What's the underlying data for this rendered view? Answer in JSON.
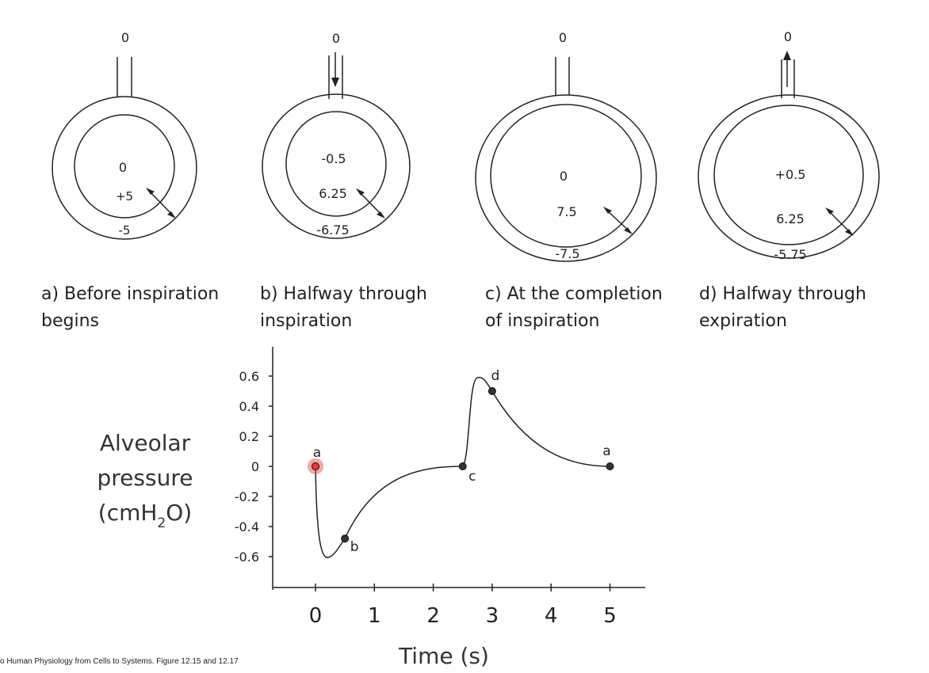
{
  "panels": [
    {
      "top": "0",
      "alveolar": "0",
      "transmural": "+5",
      "intrapleural": "-5",
      "caption_line1": "a) Before inspiration",
      "caption_line2": "begins",
      "flow": "none"
    },
    {
      "top": "0",
      "alveolar": "-0.5",
      "transmural": "6.25",
      "intrapleural": "-6.75",
      "caption_line1": "b) Halfway through",
      "caption_line2": "inspiration",
      "flow": "in"
    },
    {
      "top": "0",
      "alveolar": "0",
      "transmural": "7.5",
      "intrapleural": "-7.5",
      "caption_line1": "c) At the completion",
      "caption_line2": "of inspiration",
      "flow": "none"
    },
    {
      "top": "0",
      "alveolar": "+0.5",
      "transmural": "6.25",
      "intrapleural": "-5.75",
      "caption_line1": "d) Halfway through",
      "caption_line2": "expiration",
      "flow": "out"
    }
  ],
  "graph": {
    "ylabel_line1": "Alveolar",
    "ylabel_line2": "pressure",
    "ylabel_line3_pre": "(cmH",
    "ylabel_line3_sub": "2",
    "ylabel_line3_post": "O)",
    "xlabel": "Time (s)",
    "y_ticks": [
      "0.6",
      "0.4",
      "0.2",
      "0",
      "-0.2",
      "-0.4",
      "-0.6"
    ],
    "x_ticks": [
      "0",
      "1",
      "2",
      "3",
      "4",
      "5"
    ],
    "points": [
      {
        "label": "a",
        "x": 0,
        "y": 0
      },
      {
        "label": "b",
        "x": 0.5,
        "y": -0.48
      },
      {
        "label": "c",
        "x": 2.5,
        "y": 0
      },
      {
        "label": "d",
        "x": 3,
        "y": 0.5
      },
      {
        "label": "a",
        "x": 5,
        "y": 0
      }
    ],
    "highlight_color": "#e53935"
  },
  "citation": "o Human Physiology from Cells to Systems. Figure 12.15 and 12.17"
}
